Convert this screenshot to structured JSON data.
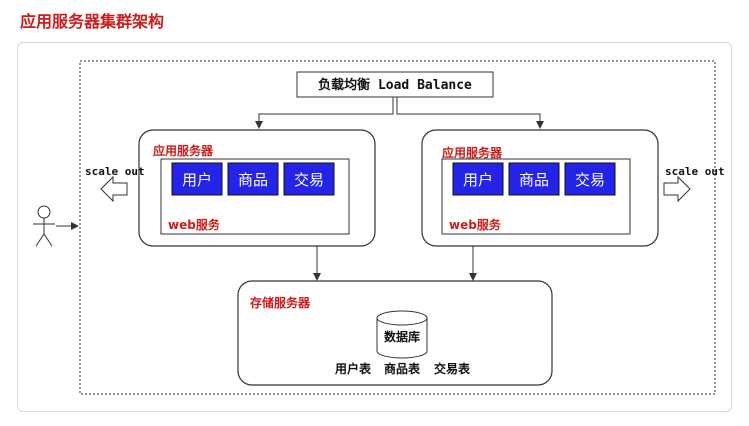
{
  "title": "应用服务器集群架构",
  "load_balancer": {
    "label": "负载均衡 Load Balance"
  },
  "app_servers": [
    {
      "label": "应用服务器",
      "modules": [
        "用户",
        "商品",
        "交易"
      ],
      "web_label": "web服务"
    },
    {
      "label": "应用服务器",
      "modules": [
        "用户",
        "商品",
        "交易"
      ],
      "web_label": "web服务"
    }
  ],
  "scale_left": {
    "label": "scale out"
  },
  "scale_right": {
    "label": "scale out"
  },
  "storage": {
    "label": "存储服务器",
    "database_label": "数据库",
    "tables": [
      "用户表",
      "商品表",
      "交易表"
    ]
  },
  "colors": {
    "title": "#cc1d1d",
    "module_fill": "#2424e8",
    "module_text": "#ffffff",
    "frame": "#333333"
  }
}
